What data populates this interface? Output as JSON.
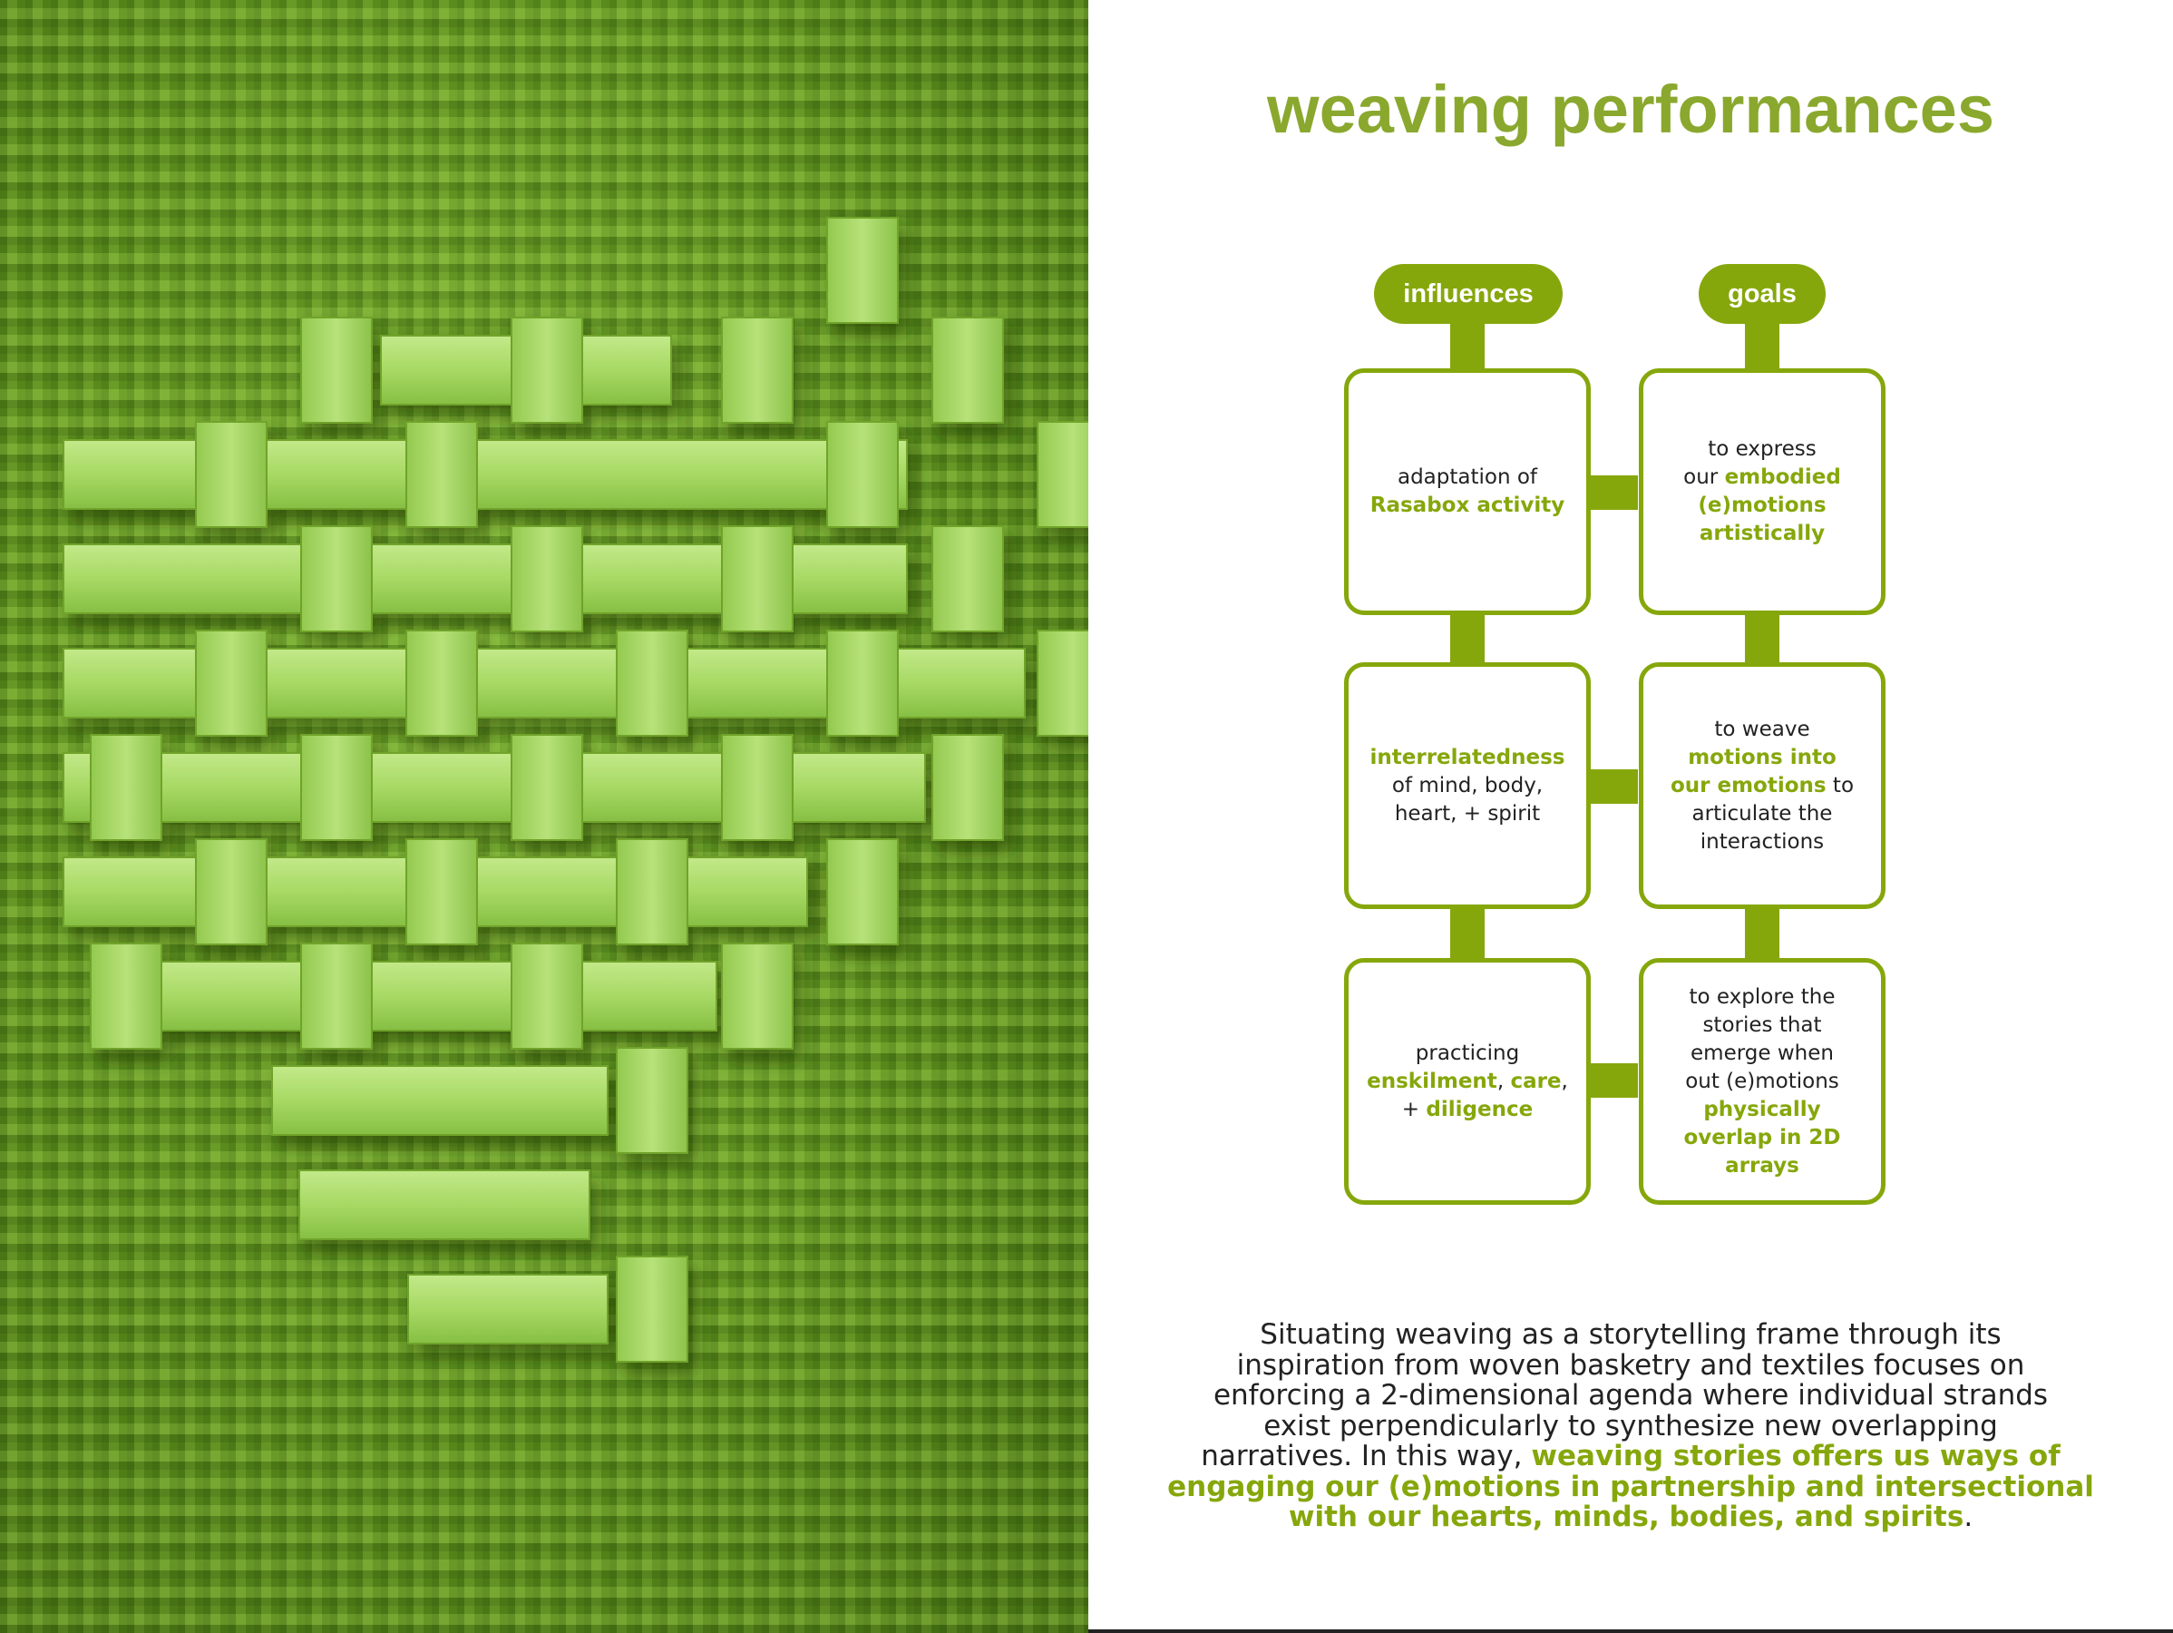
{
  "title": "weaving performances",
  "colors": {
    "accent": "#86a70b",
    "title": "#8aa82e",
    "weave": "#9fd25a",
    "background_green": "#5c8e1d"
  },
  "diagram": {
    "columns": [
      {
        "header": "influences",
        "boxes": [
          [
            {
              "t": "adaptation of",
              "b": false
            },
            {
              "t": "br"
            },
            {
              "t": "Rasabox activity",
              "b": true
            }
          ],
          [
            {
              "t": "interrelatedness",
              "b": true
            },
            {
              "t": "br"
            },
            {
              "t": "of mind, body,",
              "b": false
            },
            {
              "t": "br"
            },
            {
              "t": "heart, + spirit",
              "b": false
            }
          ],
          [
            {
              "t": "practicing",
              "b": false
            },
            {
              "t": "br"
            },
            {
              "t": "enskilment",
              "b": true
            },
            {
              "t": ", ",
              "b": false
            },
            {
              "t": "care",
              "b": true
            },
            {
              "t": ",",
              "b": false
            },
            {
              "t": "br"
            },
            {
              "t": "+ ",
              "b": false
            },
            {
              "t": "diligence",
              "b": true
            }
          ]
        ]
      },
      {
        "header": "goals",
        "boxes": [
          [
            {
              "t": "to express",
              "b": false
            },
            {
              "t": "br"
            },
            {
              "t": "our ",
              "b": false
            },
            {
              "t": "embodied",
              "b": true
            },
            {
              "t": "br"
            },
            {
              "t": "(e)motions",
              "b": true
            },
            {
              "t": "br"
            },
            {
              "t": "artistically",
              "b": true
            }
          ],
          [
            {
              "t": "to weave",
              "b": false
            },
            {
              "t": "br"
            },
            {
              "t": "motions into",
              "b": true
            },
            {
              "t": "br"
            },
            {
              "t": "our emotions",
              "b": true
            },
            {
              "t": " to",
              "b": false
            },
            {
              "t": "br"
            },
            {
              "t": "articulate the",
              "b": false
            },
            {
              "t": "br"
            },
            {
              "t": "interactions",
              "b": false
            }
          ],
          [
            {
              "t": "to explore the",
              "b": false
            },
            {
              "t": "br"
            },
            {
              "t": "stories that",
              "b": false
            },
            {
              "t": "br"
            },
            {
              "t": "emerge when",
              "b": false
            },
            {
              "t": "br"
            },
            {
              "t": "out (e)motions",
              "b": false
            },
            {
              "t": "br"
            },
            {
              "t": "physically",
              "b": true
            },
            {
              "t": "br"
            },
            {
              "t": "overlap in 2D",
              "b": true
            },
            {
              "t": "br"
            },
            {
              "t": "arrays",
              "b": true
            }
          ]
        ]
      }
    ]
  },
  "description": [
    {
      "t": "Situating weaving as a storytelling frame through its",
      "b": false
    },
    {
      "t": "br"
    },
    {
      "t": "inspiration from woven basketry and textiles focuses on",
      "b": false
    },
    {
      "t": "br"
    },
    {
      "t": "enforcing a 2-dimensional agenda where individual strands",
      "b": false
    },
    {
      "t": "br"
    },
    {
      "t": "exist perpendicularly to synthesize new overlapping",
      "b": false
    },
    {
      "t": "br"
    },
    {
      "t": "narratives. In this way, ",
      "b": false
    },
    {
      "t": "weaving stories offers us ways of",
      "b": true
    },
    {
      "t": "br"
    },
    {
      "t": "engaging our (e)motions in partnership and intersectional",
      "b": true
    },
    {
      "t": "br"
    },
    {
      "t": "with our hearts, minds, bodies, and spirits",
      "b": true
    },
    {
      "t": ".",
      "b": false
    }
  ]
}
